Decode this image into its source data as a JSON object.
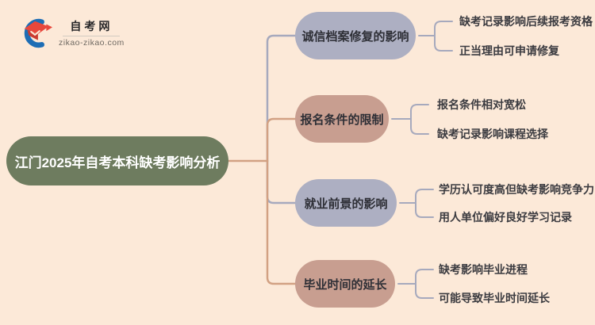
{
  "logo": {
    "site_name": "自考网",
    "site_url": "zikao-zikao.com"
  },
  "colors": {
    "background": "#fce9d8",
    "root_fill": "#6e7c5f",
    "root_text": "#ffffff",
    "branch_fill_lavender": "#adafc2",
    "branch_fill_rose": "#c89e90",
    "connector_tan": "#d2a183",
    "connector_gray": "#a6a9bd",
    "branch_text": "#2e2f36",
    "leaf_text": "#3b3b40",
    "logo_blue": "#1d6db5",
    "logo_red": "#e8473c"
  },
  "mindmap": {
    "root": {
      "label": "江门2025年自考本科缺考影响分析",
      "fill": "#6e7c5f"
    },
    "branches": [
      {
        "label": "诚信档案修复的影响",
        "fill": "#adafc2",
        "connector_color": "#a6a9bd",
        "children": [
          "缺考记录影响后续报考资格",
          "正当理由可申请修复"
        ]
      },
      {
        "label": "报名条件的限制",
        "fill": "#c89e90",
        "connector_color": "#d2a183",
        "children": [
          "报名条件相对宽松",
          "缺考记录影响课程选择"
        ]
      },
      {
        "label": "就业前景的影响",
        "fill": "#adafc2",
        "connector_color": "#a6a9bd",
        "children": [
          "学历认可度高但缺考影响竞争力",
          "用人单位偏好良好学习记录"
        ]
      },
      {
        "label": "毕业时间的延长",
        "fill": "#c89e90",
        "connector_color": "#d2a183",
        "children": [
          "缺考影响毕业进程",
          "可能导致毕业时间延长"
        ]
      }
    ]
  }
}
